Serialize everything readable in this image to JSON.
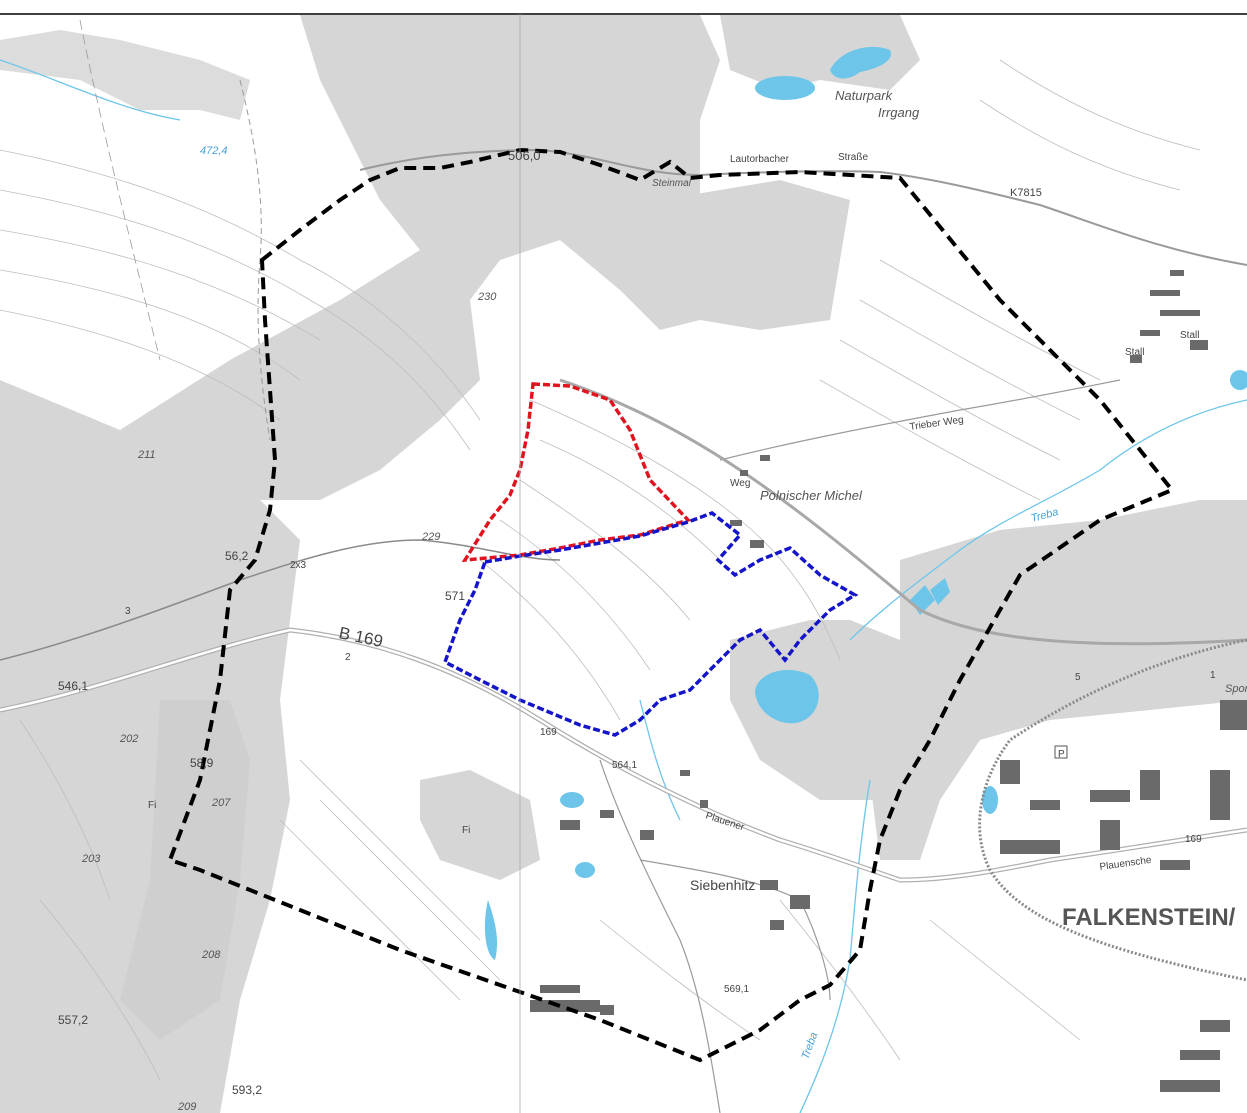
{
  "colors": {
    "forest": "#d6d6d6",
    "water": "#6dc5ea",
    "plan_boundary": "#000000",
    "red_area": "#e0141e",
    "blue_area": "#1414c8",
    "building": "#6a6a6a",
    "road": "#9a9a9a"
  },
  "labels": {
    "naturpark": "Naturpark",
    "irrgang": "Irrgang",
    "elev_506": "506,0",
    "lautorbacher": "Lautorbacher",
    "strasse": "Straße",
    "steinmal": "Steinmal",
    "k7815": "K7815",
    "elev_4724": "472,4",
    "n230": "230",
    "n211": "211",
    "n229": "229",
    "n562": "56,2",
    "n2x3": "2x3",
    "n571": "571",
    "b169": "B 169",
    "elev_5461": "546,1",
    "n202": "202",
    "n589": "58,9",
    "n207": "207",
    "n203": "203",
    "n208": "208",
    "elev_5572": "557,2",
    "elev_5932": "593,2",
    "n209": "209",
    "trieber_weg": "Trieber Weg",
    "polnischer": "Polnischer Michel",
    "weg": "Weg",
    "stall1": "Stall",
    "stall2": "Stall",
    "treba1": "Treba",
    "treba2": "Treba",
    "siebenhitz": "Siebenhitz",
    "plauener": "Plauener",
    "plauensche": "Plauensche",
    "n169a": "169",
    "n169b": "169",
    "elev_5691": "569,1",
    "elev_5641": "564,1",
    "falkenstein": "FALKENSTEIN/",
    "spor": "Spor",
    "parking": "P",
    "fi1": "Fi",
    "fi2": "Fi",
    "n1": "1",
    "n2": "2",
    "n3": "3",
    "n5": "5"
  }
}
